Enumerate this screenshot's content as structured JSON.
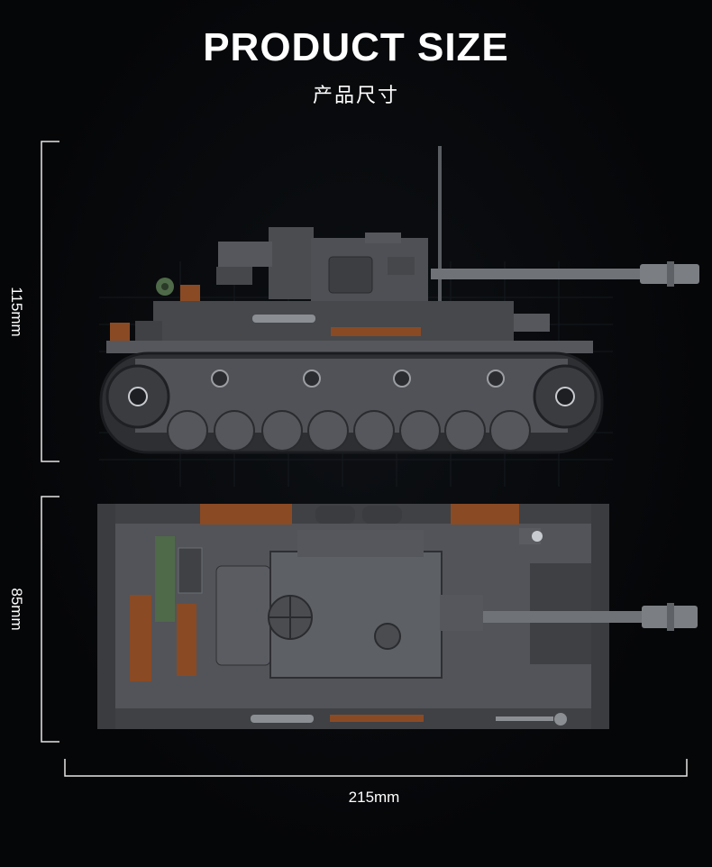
{
  "header": {
    "title": "PRODUCT SIZE",
    "subtitle": "产品尺寸"
  },
  "dimensions": {
    "height_label": "115mm",
    "width_label": "85mm",
    "length_label": "215mm"
  },
  "colors": {
    "background": "#050608",
    "tank_grey": "#4a4c50",
    "accent_brown": "#8a4a24",
    "accent_green": "#4e6a48",
    "text": "#ffffff"
  }
}
